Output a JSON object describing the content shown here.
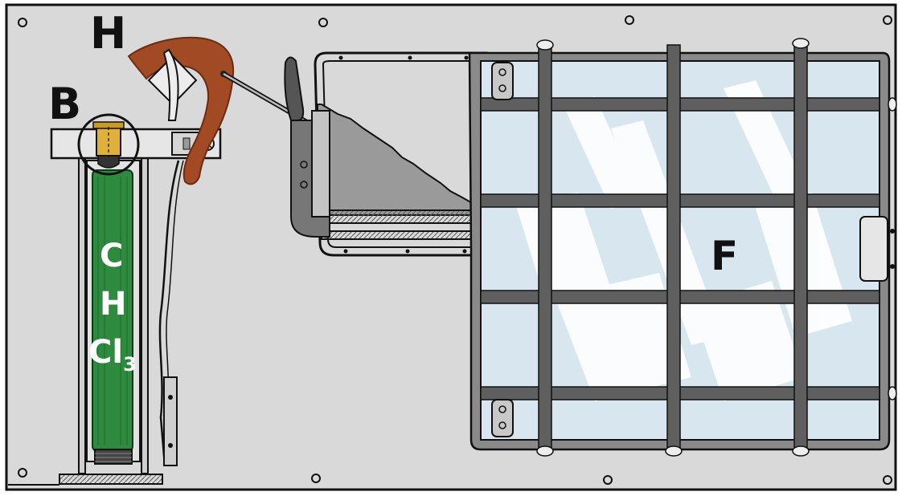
{
  "labels": {
    "top_hammer": "H",
    "bulb": "B",
    "window": "F",
    "tube_c": "C",
    "tube_h": "H",
    "tube_cl": "Cl",
    "tube_sub": "3"
  },
  "colors": {
    "background": "#d9d9d9",
    "frame": "#1a1a1a",
    "hammer": "#a14a24",
    "tube_green": "#2e8a3e",
    "bulb_yellow": "#e0b13a",
    "glass": "#d7e6ef",
    "sheet": "#9a9a9a",
    "label_dark": "#111111",
    "label_light": "#ffffff"
  },
  "icons": {
    "hammer": "hammer-lever-icon",
    "bulb": "chloroform-bulb-icon",
    "tube": "chloroform-tube-icon",
    "window": "barred-window-icon"
  }
}
